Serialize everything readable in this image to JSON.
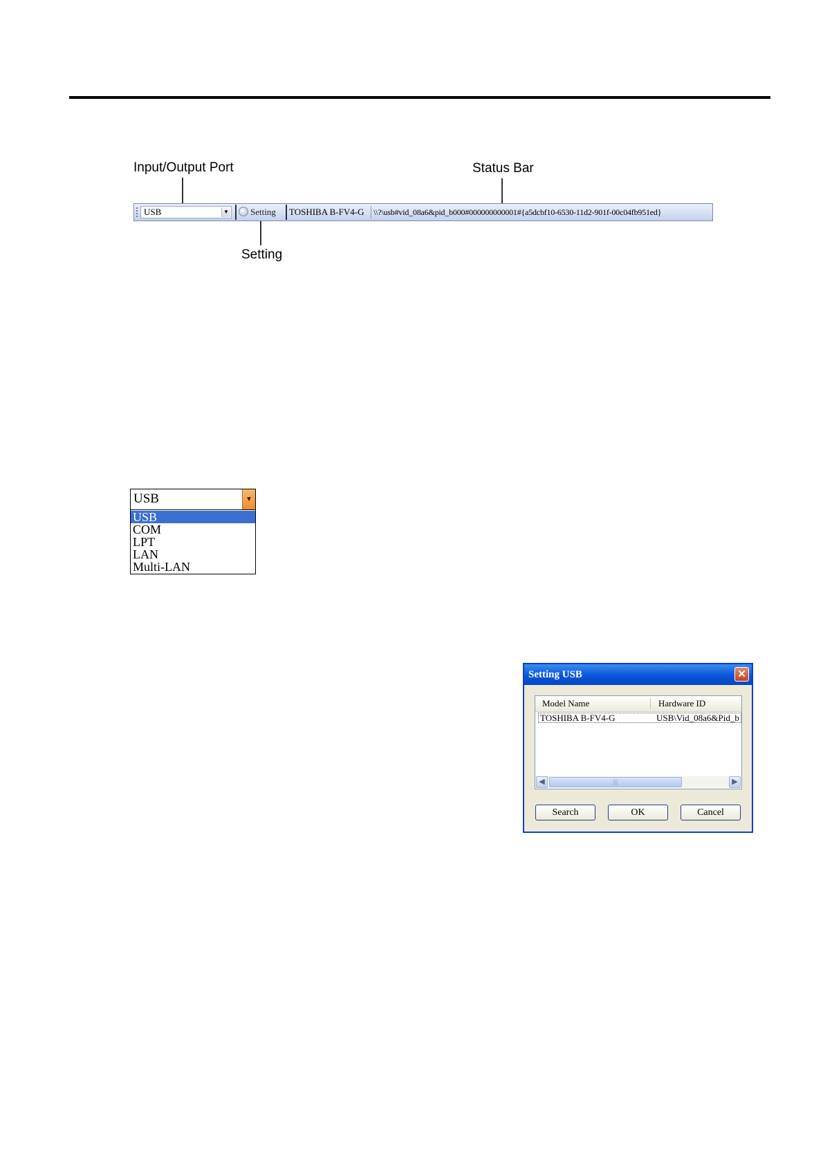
{
  "callouts": {
    "io_port": "Input/Output Port",
    "status_bar": "Status Bar",
    "setting": "Setting"
  },
  "toolbar": {
    "port_value": "USB",
    "setting_label": "Setting",
    "status_model": "TOSHIBA B-FV4-G",
    "status_id": "\\\\?\\usb#vid_08a6&pid_b000#000000000001#{a5dcbf10-6530-11d2-901f-00c04fb951ed}"
  },
  "dropdown": {
    "selected": "USB",
    "options": [
      "USB",
      "COM",
      "LPT",
      "LAN",
      "Multi-LAN"
    ]
  },
  "dialog": {
    "title": "Setting USB",
    "columns": [
      "Model Name",
      "Hardware ID"
    ],
    "rows": [
      {
        "model": "TOSHIBA B-FV4-G",
        "hardware_id": "USB\\Vid_08a6&Pid_b"
      }
    ],
    "buttons": {
      "search": "Search",
      "ok": "OK",
      "cancel": "Cancel"
    },
    "close_glyph": "✕"
  },
  "colors": {
    "titlebar": "#0a55d9",
    "selection": "#3b6fd0",
    "dropdown_arrow": "#ef8c2f"
  }
}
